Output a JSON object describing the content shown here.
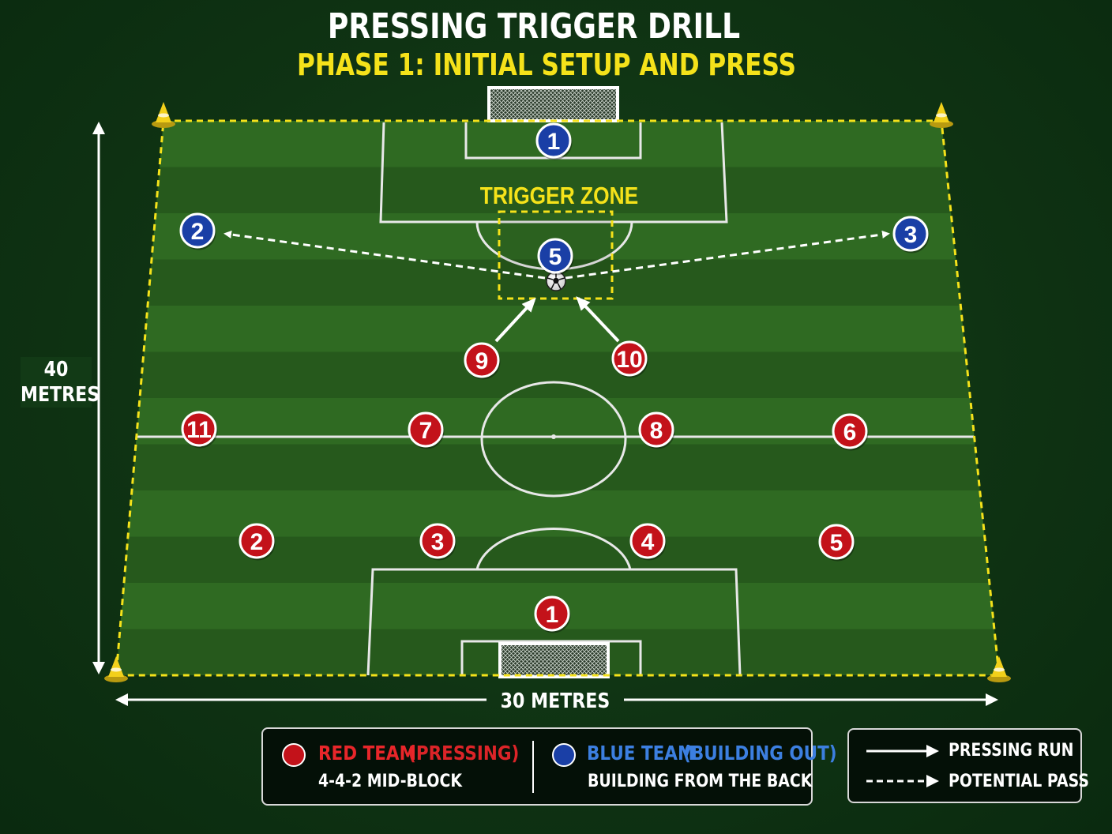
{
  "title": "PRESSING TRIGGER DRILL",
  "subtitle": "PHASE 1: INITIAL SETUP AND PRESS",
  "trigger_zone_label": "TRIGGER ZONE",
  "dimensions": {
    "height_value": "40",
    "height_unit": "METRES",
    "width_label": "30 METRES"
  },
  "colors": {
    "red_team": "#c3121a",
    "blue_team": "#1a3fa6",
    "cone_yellow": "#f2d01a",
    "boundary_yellow": "#f5e21a",
    "pitch_green_light": "#2f6a22",
    "pitch_green_dark": "#26591c"
  },
  "blue_players": [
    "1",
    "2",
    "3",
    "5"
  ],
  "red_players": [
    "1",
    "2",
    "3",
    "4",
    "5",
    "11",
    "7",
    "8",
    "6",
    "9",
    "10"
  ],
  "legend": {
    "red_team_name": "RED TEAM",
    "red_team_role": "(PRESSING)",
    "red_team_shape": "4-4-2 MID-BLOCK",
    "blue_team_name": "BLUE TEAM",
    "blue_team_role": "(BUILDING OUT)",
    "blue_team_desc": "BUILDING FROM THE BACK",
    "pressing_run": "PRESSING RUN",
    "potential_pass": "POTENTIAL PASS"
  }
}
